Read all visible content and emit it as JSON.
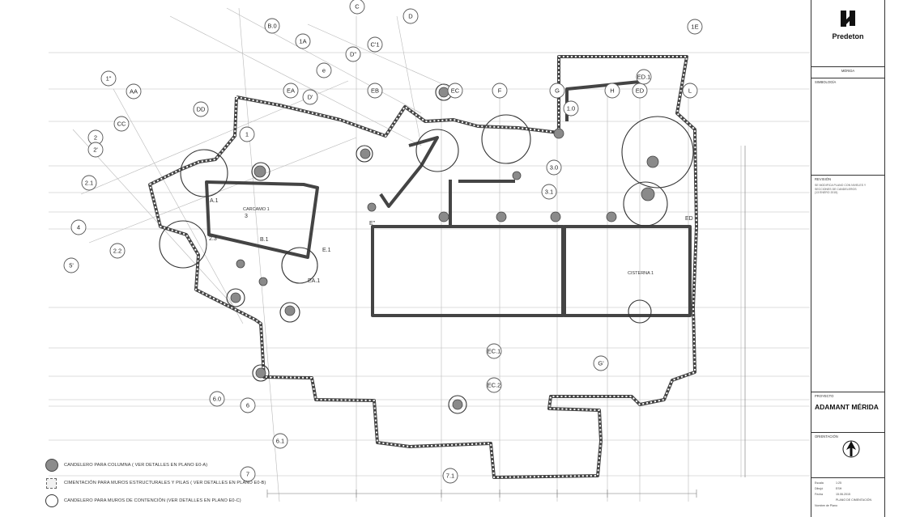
{
  "grid_bubbles": [
    {
      "label": "B.0"
    },
    {
      "label": "C"
    },
    {
      "label": "D"
    },
    {
      "label": "1A"
    },
    {
      "label": "C'1"
    },
    {
      "label": "D\""
    },
    {
      "label": "e"
    },
    {
      "label": "1\""
    },
    {
      "label": "AA"
    },
    {
      "label": "DD"
    },
    {
      "label": "EA"
    },
    {
      "label": "D'"
    },
    {
      "label": "EB"
    },
    {
      "label": "EC"
    },
    {
      "label": "F"
    },
    {
      "label": "G"
    },
    {
      "label": "H"
    },
    {
      "label": "ED"
    },
    {
      "label": "ED.1"
    },
    {
      "label": "L"
    },
    {
      "label": "1E"
    },
    {
      "label": "2"
    },
    {
      "label": "2'"
    },
    {
      "label": "CC"
    },
    {
      "label": "2.1"
    },
    {
      "label": "4"
    },
    {
      "label": "2.2"
    },
    {
      "label": "5'"
    },
    {
      "label": "1"
    },
    {
      "label": "1.0"
    },
    {
      "label": "3.0"
    },
    {
      "label": "3.1"
    },
    {
      "label": "EC.1"
    },
    {
      "label": "EC.2"
    },
    {
      "label": "G'"
    },
    {
      "label": "6.0"
    },
    {
      "label": "6"
    },
    {
      "label": "6.1"
    },
    {
      "label": "7"
    },
    {
      "label": "7.1"
    }
  ],
  "plan_labels": [
    {
      "text": "A.1"
    },
    {
      "text": "2.3"
    },
    {
      "text": "3"
    },
    {
      "text": "B.1"
    },
    {
      "text": "E.1"
    },
    {
      "text": "EA.1"
    },
    {
      "text": "E\""
    },
    {
      "text": "ED"
    },
    {
      "text": "CISTERNA 1"
    },
    {
      "text": "CARCAMO 1"
    }
  ],
  "legend": [
    {
      "label": "CANDELERO PARA COLUMNA ( VER DETALLES EN PLANO E0-A)"
    },
    {
      "label": "CIMENTACIÓN PARA MUROS ESTRUCTURALES Y PILAS ( VER DETALLES EN PLANO E0-B)"
    },
    {
      "label": "CANDELERO PARA MUROS DE CONTENCIÓN (VER DETALLES EN PLANO E0-C)"
    }
  ],
  "title_block": {
    "brand": "Predeton",
    "city": "MÉRIDA",
    "simbologia": "SIMBOLOGÍA",
    "revision": "REVISIÓN",
    "revision_note": "SE MODIFICA PLANO CON NIVELES Y SECCIONES DE CANDELEROS",
    "revision_date": "(13 ENERO 2015)",
    "proyecto_label": "PROYECTO",
    "project_name": "ADAMANT MÉRIDA",
    "orientacion_label": "ORIENTACIÓN",
    "escala_label": "Escala",
    "escala": "1:25",
    "dibujo_label": "Dibujó",
    "dibujo": "ESH",
    "fecha_label": "Fecha",
    "fecha": "15.06.2015",
    "plano": "PLANO DE CIMENTACIÓN",
    "nombre_label": "Nombre de Plano"
  },
  "colors": {
    "wall": "#444444",
    "column_fill": "#8a8a8a",
    "grid": "#b9b9b9"
  }
}
